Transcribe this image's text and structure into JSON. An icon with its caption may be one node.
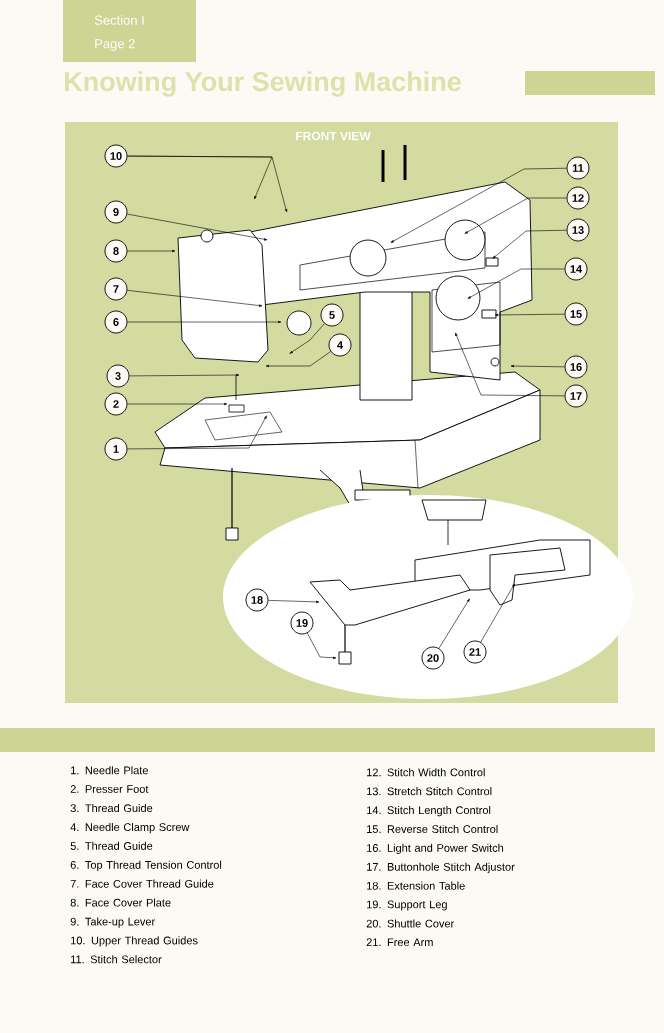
{
  "diagram": {
    "title": "Knowing Your Sewing Machine",
    "nodes": [
      {
        "text": [
          "1"
        ]
      },
      {
        "text": [
          "2"
        ]
      },
      {
        "text": [
          "3"
        ]
      },
      {
        "text": [
          "4"
        ]
      },
      {
        "text": [
          "5"
        ]
      },
      {
        "text": [
          "6"
        ]
      },
      {
        "text": [
          "7"
        ]
      },
      {
        "text": [
          "8"
        ]
      },
      {
        "text": [
          "9"
        ]
      },
      {
        "text": [
          "10"
        ]
      },
      {
        "text": [
          "11"
        ]
      },
      {
        "text": [
          "12"
        ]
      },
      {
        "text": [
          "13"
        ]
      },
      {
        "text": [
          "14"
        ]
      },
      {
        "text": [
          "15"
        ]
      },
      {
        "text": [
          "16"
        ]
      },
      {
        "text": [
          "17"
        ]
      },
      {
        "text": [
          "18"
        ]
      },
      {
        "text": [
          "19"
        ]
      },
      {
        "text": [
          "20"
        ]
      },
      {
        "text": [
          "21"
        ]
      },
      {
        "text": [],
        "shape": "bar"
      },
      {
        "text": [],
        "shape": "bar"
      }
    ],
    "edges": [
      {
        "from": 0,
        "to": null,
        "arrow": "to"
      },
      {
        "from": 1,
        "to": null,
        "arrow": "to"
      },
      {
        "from": 2,
        "to": null,
        "arrow": "to"
      },
      {
        "from": 3,
        "to": null,
        "arrow": "to"
      },
      {
        "from": 4,
        "to": null,
        "arrow": "to"
      },
      {
        "from": 5,
        "to": null,
        "arrow": "to"
      },
      {
        "from": 6,
        "to": null,
        "arrow": "to"
      },
      {
        "from": 7,
        "to": null,
        "arrow": "to"
      },
      {
        "from": 8,
        "to": null,
        "arrow": "to"
      },
      {
        "from": 9,
        "to": null,
        "arrow": "to"
      },
      {
        "from": 9,
        "to": null,
        "arrow": "to"
      },
      {
        "from": 10,
        "to": null,
        "arrow": "to"
      },
      {
        "from": 11,
        "to": null,
        "arrow": "to"
      },
      {
        "from": 12,
        "to": null,
        "arrow": "to"
      },
      {
        "from": 13,
        "to": null,
        "arrow": "to"
      },
      {
        "from": 14,
        "to": null,
        "arrow": "to"
      },
      {
        "from": 15,
        "to": null,
        "arrow": "to"
      },
      {
        "from": 16,
        "to": null,
        "arrow": "to"
      },
      {
        "from": 17,
        "to": null,
        "arrow": "to"
      },
      {
        "from": 18,
        "to": null,
        "arrow": "to"
      },
      {
        "from": 19,
        "to": null,
        "arrow": "to"
      },
      {
        "from": 20,
        "to": null,
        "arrow": "to"
      }
    ],
    "labels": [
      "Section I",
      "Page 2",
      "FRONT VIEW",
      "1. Needle Plate",
      "2. Presser Foot",
      "3. Thread Guide",
      "4. Needle Clamp Screw",
      "5. Thread Guide",
      "6. Top Thread Tension Control",
      "7. Face Cover Thread Guide",
      "8. Face Cover Plate",
      "9. Take-up Lever",
      "10. Upper Thread Guides",
      "11. Stitch Selector",
      "12. Stitch Width Control",
      "13. Stretch Stitch Control",
      "14. Stitch Length Control",
      "15. Reverse Stitch Control",
      "16. Light and Power Switch",
      "17. Buttonhole Stitch Adjustor",
      "18. Extension Table",
      "19. Support Leg",
      "20. Shuttle Cover",
      "21. Free Arm"
    ]
  }
}
